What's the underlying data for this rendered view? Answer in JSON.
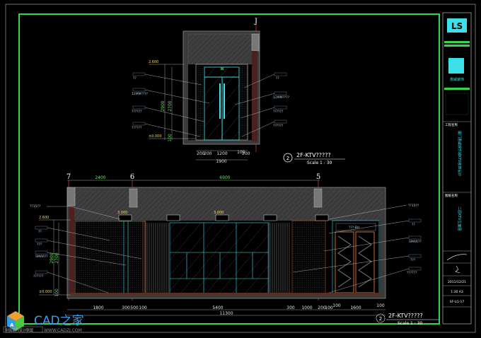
{
  "colors": {
    "background": "#000000",
    "frame_green": "#39d34a",
    "cyan": "#3ce0e8",
    "axis_red": "#c8303a",
    "dim_green": "#5ce65c",
    "level_yellow": "#ffd84a",
    "wood": "#c86a3a"
  },
  "upper_elevation": {
    "axis": "J",
    "levels": {
      "top": "2.600",
      "floor": "±0.000"
    },
    "vertical_dims": [
      "2900",
      "2700",
      "100"
    ],
    "bottom_dims": [
      "200",
      "200",
      "1200",
      "100",
      "200"
    ],
    "total_dim": "1900",
    "callouts_left": [
      "??",
      "12MM????",
      "??????",
      "??????"
    ],
    "callouts_right": [
      "??",
      "12MM????",
      "??????",
      "??????"
    ],
    "title": "2F-KTV?????",
    "scale": "Scale 1 : 30",
    "index": "2"
  },
  "lower_elevation": {
    "axes": [
      "7",
      "6",
      "5"
    ],
    "top_dims": [
      "2400",
      "6900"
    ],
    "levels": {
      "top": "2.600",
      "ceiling": "3.000",
      "floor": "±0.000"
    },
    "vertical_dims": [
      "2900",
      "2700",
      "100"
    ],
    "bottom_dims": [
      "1800",
      "300",
      "500",
      "100",
      "5400",
      "300",
      "1000",
      "200",
      "100",
      "100",
      "1600",
      "100"
    ],
    "total_dim": "11300",
    "callouts_left": [
      "??15??",
      "??",
      "???",
      "SMAR??",
      "??????"
    ],
    "callouts_right": [
      "??15??",
      "??",
      "SMAR??",
      "???",
      "??????"
    ],
    "cabinet_label": "???-BH",
    "title": "2F-KTV?????",
    "scale": "Scale 1 : 30",
    "index": "2"
  },
  "title_block": {
    "logo_text": "LS",
    "company": "惠威装饰",
    "project_label": "工程名称",
    "project": "厦门惠威娱乐城KTV装饰设计",
    "drawing_label": "图纸名称",
    "drawing": "二层KTV立面图",
    "date": "2011/12/21",
    "scale": "1:30 A3",
    "number": "SF-LG-17"
  },
  "watermark": {
    "brand": "CAD之家",
    "url": "WWW.CADZJ.COM",
    "tag": "中国室内设计联盟"
  }
}
